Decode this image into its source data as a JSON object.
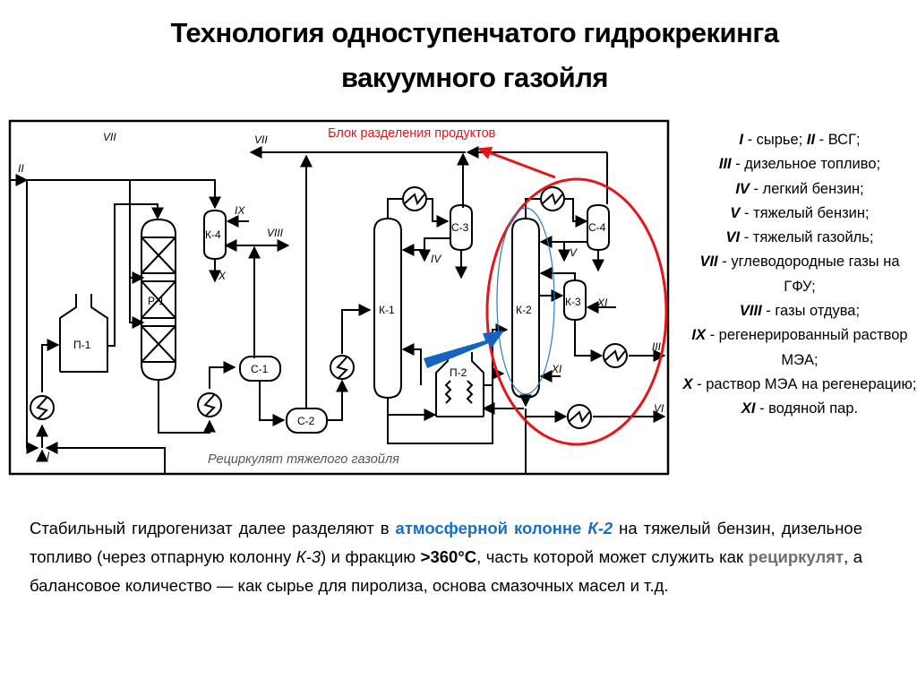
{
  "title": {
    "line1": "Технология одноступенчатого гидрокрекинга",
    "line2": "вакуумного газойля"
  },
  "diagram": {
    "block_label": "Блок разделения продуктов",
    "recycle_label": "Рециркулят тяжелого газойля",
    "equipment": {
      "p1": "П-1",
      "r1": "Р-1",
      "k4": "К-4",
      "c1": "С-1",
      "c2": "С-2",
      "k1": "К-1",
      "c3": "С-3",
      "p2": "П-2",
      "k2": "К-2",
      "c4": "С-4",
      "k3": "К-3"
    },
    "streams": {
      "i": "I",
      "ii": "II",
      "iii": "III",
      "iv": "IV",
      "v": "V",
      "vi": "VI",
      "vii_left": "VII",
      "vii_top": "VII",
      "viii": "VIII",
      "ix": "IX",
      "x": "X",
      "xi_k3": "XI",
      "xi_k2": "XI"
    },
    "colors": {
      "highlight_ellipse": "#e8141a",
      "inner_ellipse": "#2b7ec4",
      "pointer_arrow": "#1565c0",
      "block_label": "#e8141a",
      "recycle_label": "#555555"
    }
  },
  "legend": [
    {
      "code": "I",
      "text": " - сырье; "
    },
    {
      "code": "II",
      "text": " - ВСГ;"
    },
    {
      "code": "III",
      "text": " - дизельное топливо;"
    },
    {
      "code": "IV",
      "text": " - легкий бензин;"
    },
    {
      "code": "V",
      "text": " - тяжелый бензин;"
    },
    {
      "code": "VI",
      "text": " - тяжелый газойль;"
    },
    {
      "code": "VII",
      "text": " - углеводородные газы на ГФУ;"
    },
    {
      "code": "VIII",
      "text": " - газы отдува;"
    },
    {
      "code": "IX",
      "text": " - регенерированный раствор МЭА;"
    },
    {
      "code": "X",
      "text": " - раствор МЭА на регенерацию;"
    },
    {
      "code": "XI",
      "text": " - водяной пар."
    }
  ],
  "description": {
    "part1": "Стабильный гидрогенизат далее разделяют в ",
    "highlight1": "атмосферной колонне ",
    "highlight1_it": "К-2",
    "part2": " на тяжелый бензин, дизельное топливо (через отпарную колонну ",
    "k3_it": "К-3",
    "part3": ") и фракцию ",
    "temp": ">360°C",
    "part4": ", часть которой может служить как ",
    "recycle": "рециркулят",
    "part5": ", а балансовое количество — как сырье для пиролиза, основа смазочных масел и т.д."
  }
}
